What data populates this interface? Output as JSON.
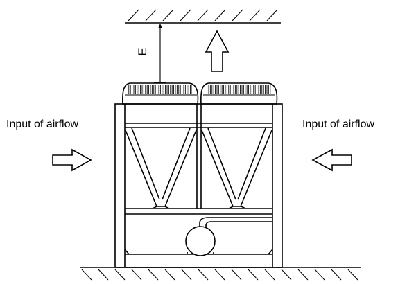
{
  "labels": {
    "left_airflow": "Input of airflow",
    "right_airflow": "Input of airflow",
    "clearance": "E"
  },
  "colors": {
    "line": "#000000",
    "background": "#ffffff"
  }
}
